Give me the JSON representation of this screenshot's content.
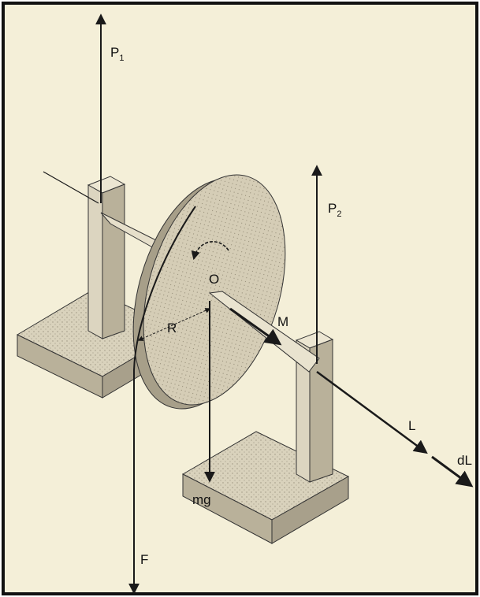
{
  "labels": {
    "p1": "P",
    "p1_sub": "1",
    "p2": "P",
    "p2_sub": "2",
    "o": "O",
    "r": "R",
    "m": "M",
    "l": "L",
    "dl": "dL",
    "mg": "mg",
    "f": "F"
  },
  "colors": {
    "paper": "#f4efd8",
    "border": "#111111",
    "ink": "#1a1a1a",
    "wood_face": "#dcd5c0",
    "wood_side": "#b9b19a",
    "wood_top": "#ece6d2",
    "disk_face": "#d7cfb8",
    "disk_rim": "#a79f89"
  }
}
